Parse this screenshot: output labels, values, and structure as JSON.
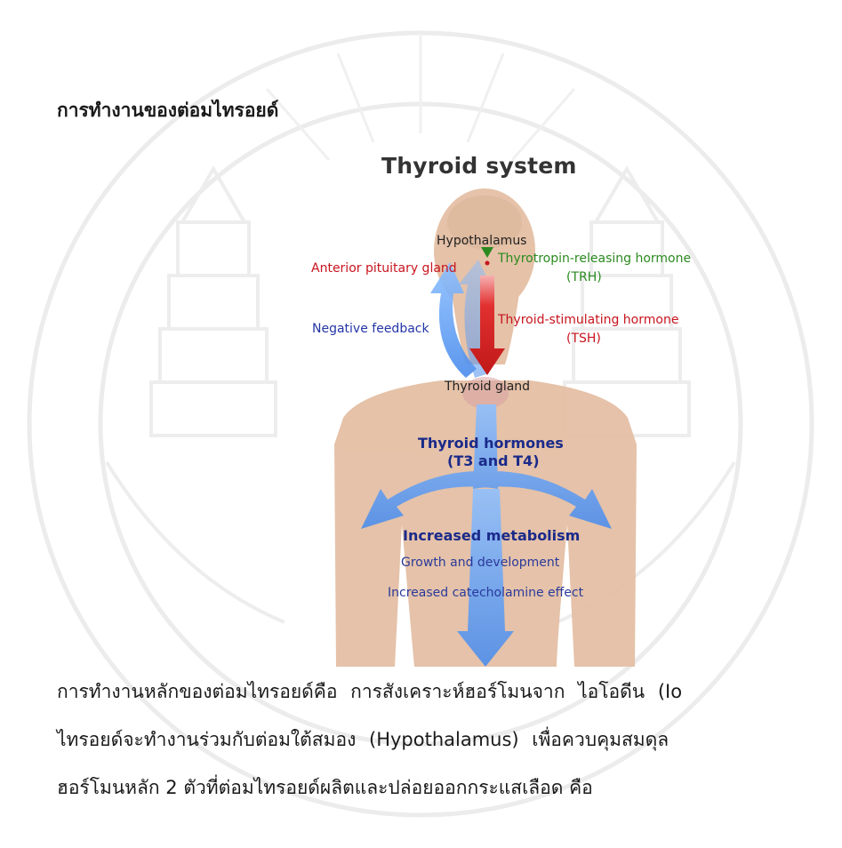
{
  "heading": "การทำงานของต่อมไทรอยด์",
  "figure": {
    "title": "Thyroid system",
    "hypothalamus": "Hypothalamus",
    "anterior_pituitary": "Anterior pituitary gland",
    "trh_line1": "Thyrotropin-releasing hormone",
    "trh_line2": "(TRH)",
    "negative_feedback": "Negative feedback",
    "tsh_line1": "Thyroid-stimulating hormone",
    "tsh_line2": "(TSH)",
    "thyroid_gland": "Thyroid gland",
    "hormones_line1": "Thyroid hormones",
    "hormones_line2": "(T3 and T4)",
    "increased_metabolism": "Increased metabolism",
    "growth": "Growth and development",
    "catecholamine": "Increased catecholamine effect"
  },
  "paragraph": {
    "line1": "การทำงานหลักของต่อมไทรอยด์คือ การสังเคราะห์ฮอร์โมนจาก ไอโอดีน (Io",
    "line2": "ไทรอยด์จะทำงานร่วมกับต่อมใต้สมอง (Hypothalamus) เพื่อควบคุมสมดุล",
    "line3": "ฮอร์โมนหลัก 2 ตัวที่ต่อมไทรอยด์ผลิตและปล่อยออกกระแสเลือด คือ"
  },
  "colors": {
    "skin": "#e4bfa4",
    "blue_arrow": "#5c9cf2",
    "red_arrow": "#d42020",
    "green_arrow": "#2a8a1f"
  }
}
